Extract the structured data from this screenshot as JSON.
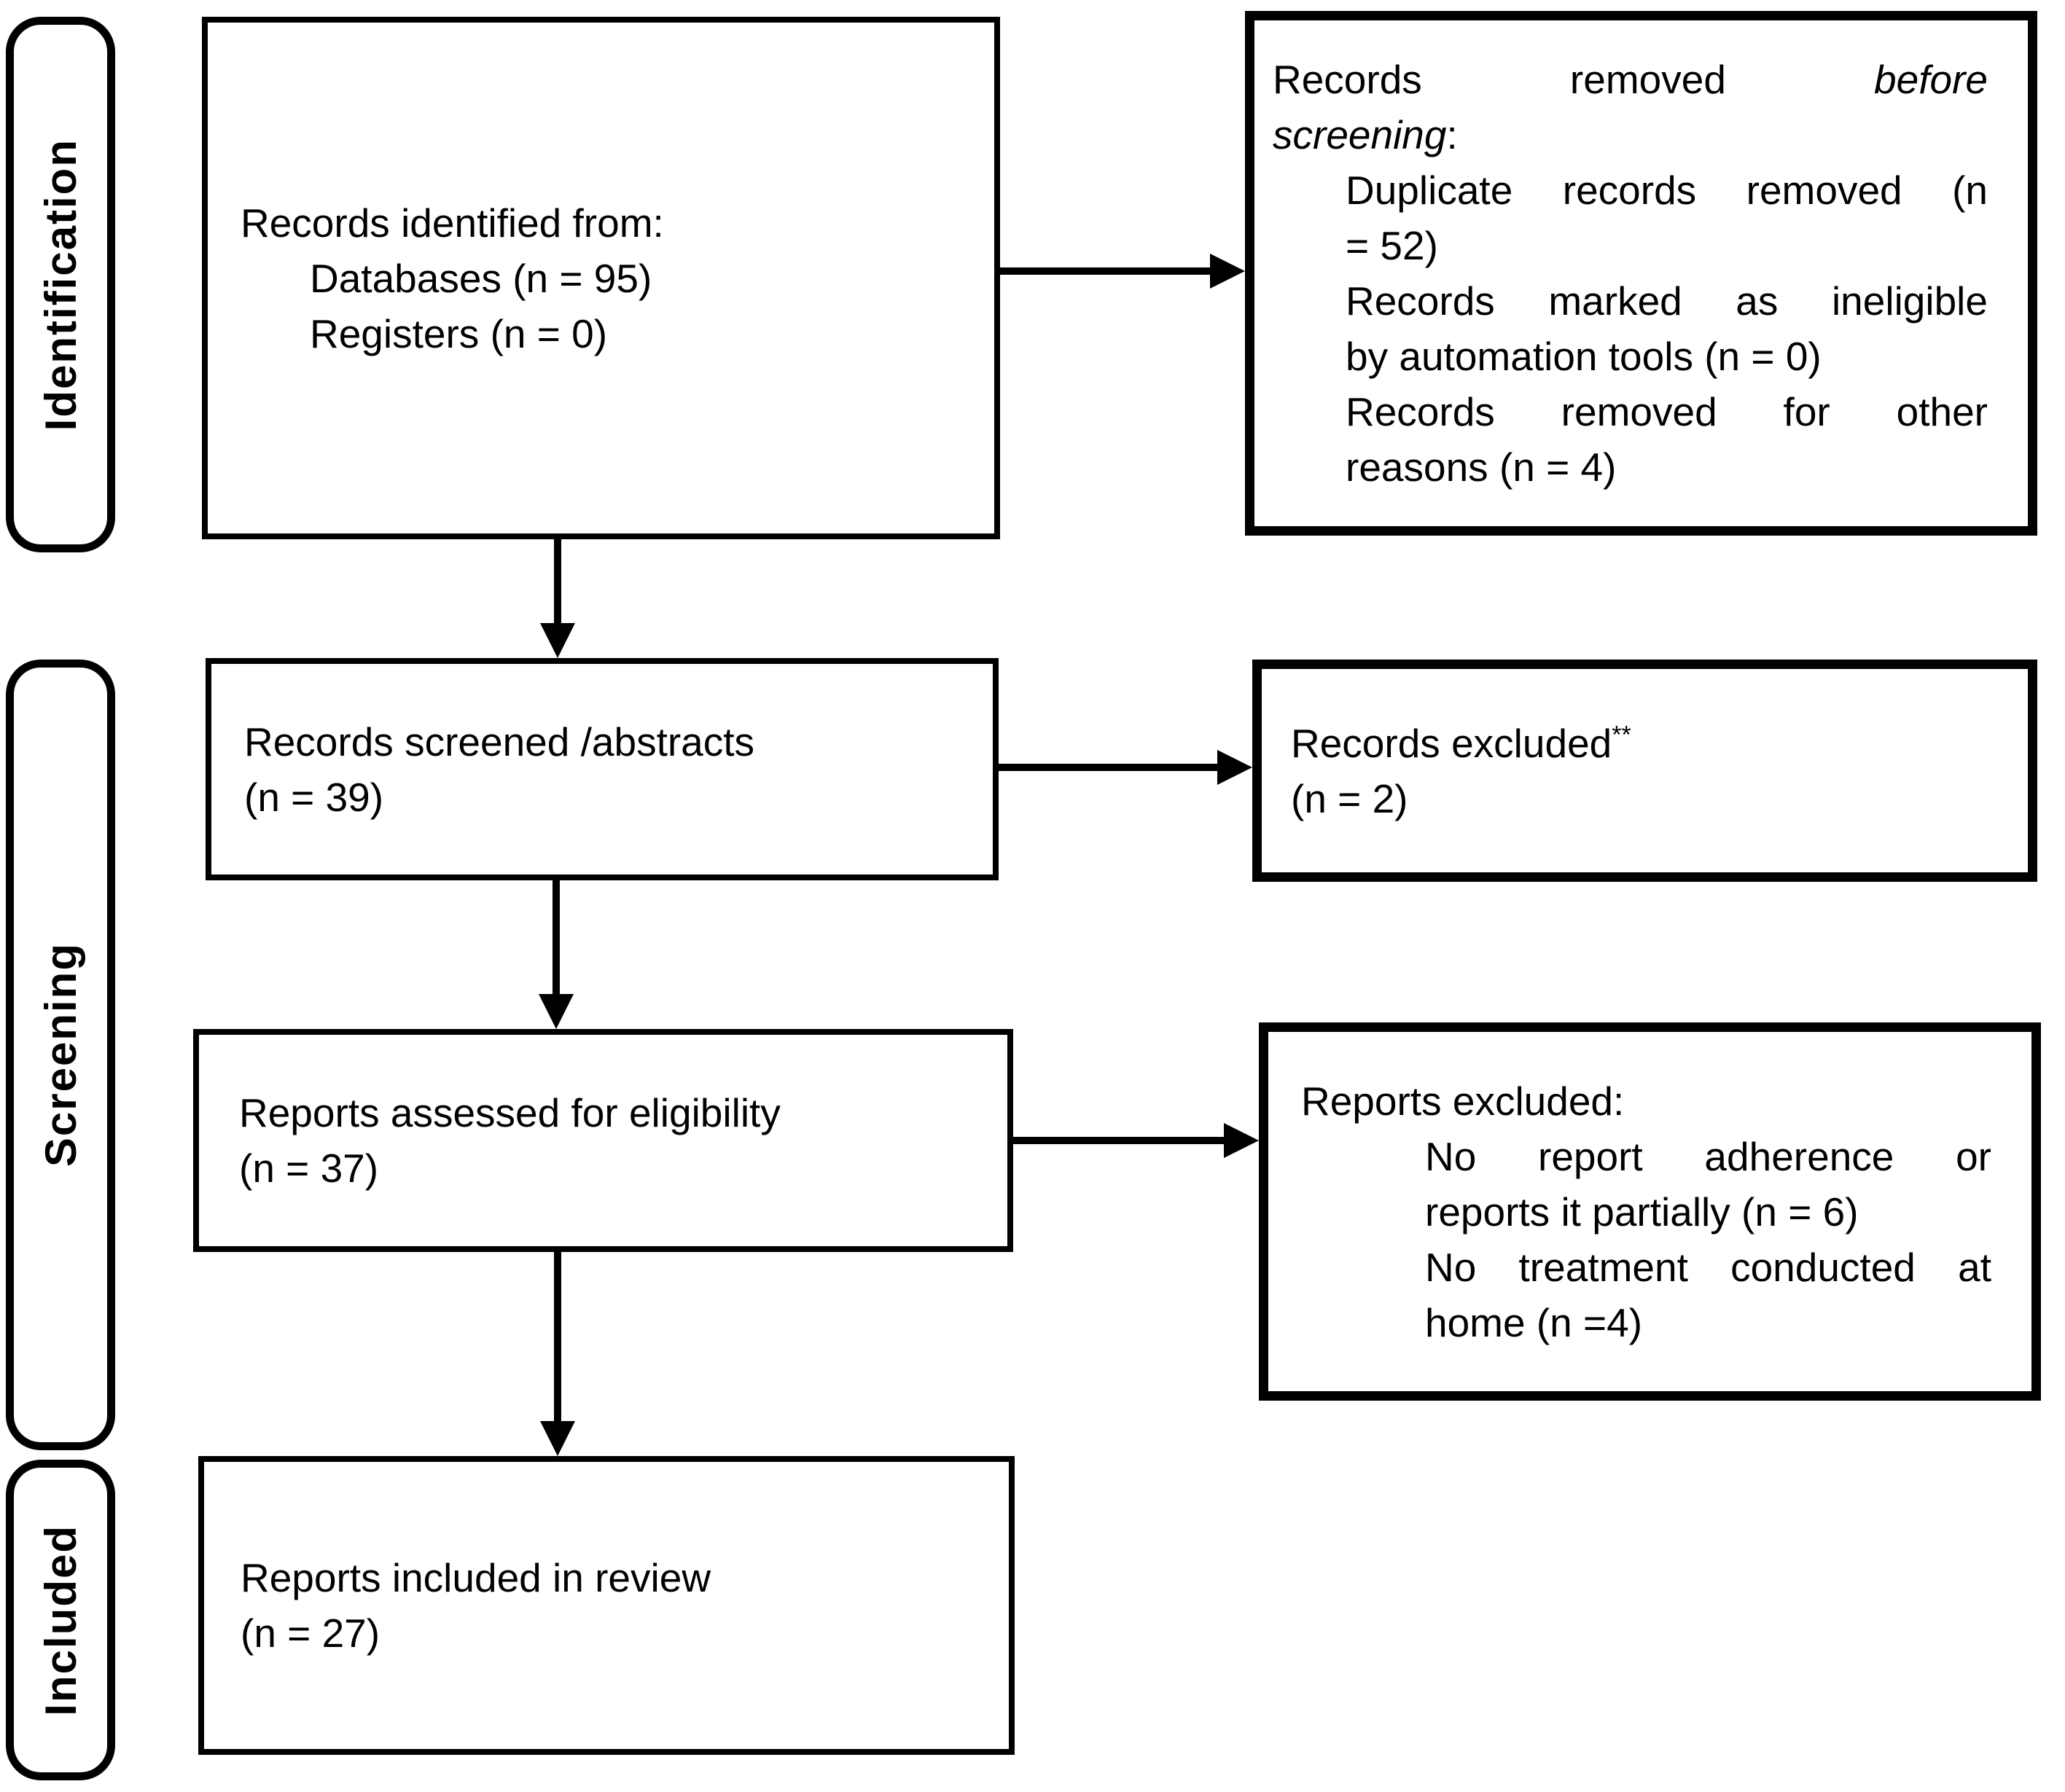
{
  "colors": {
    "background": "#ffffff",
    "line": "#000000",
    "text": "#000000"
  },
  "diagram_type": "PRISMA flow diagram",
  "sidebar": {
    "identification": "Identification",
    "screening": "Screening",
    "included": "Included"
  },
  "boxes": {
    "records_identified": {
      "lines": [
        {
          "seg": [
            {
              "t": "Records identified from:"
            }
          ]
        },
        {
          "seg": [
            {
              "t": "Databases (n = 95)"
            }
          ],
          "indent": 1
        },
        {
          "seg": [
            {
              "t": "Registers (n = 0)"
            }
          ],
          "indent": 1
        }
      ]
    },
    "records_removed": {
      "lines": [
        {
          "seg": [
            {
              "t": "Records removed "
            },
            {
              "t": "before",
              "i": true
            }
          ],
          "j": true
        },
        {
          "seg": [
            {
              "t": "screening",
              "i": true
            },
            {
              "t": ":"
            }
          ]
        },
        {
          "seg": [
            {
              "t": "Duplicate records removed (n"
            }
          ],
          "indent": 1,
          "j": true
        },
        {
          "seg": [
            {
              "t": "= 52)"
            }
          ],
          "indent": 1
        },
        {
          "seg": [
            {
              "t": "Records marked as ineligible"
            }
          ],
          "indent": 1,
          "j": true
        },
        {
          "seg": [
            {
              "t": "by automation tools (n = 0)"
            }
          ],
          "indent": 1
        },
        {
          "seg": [
            {
              "t": "Records removed for other"
            }
          ],
          "indent": 1,
          "j": true
        },
        {
          "seg": [
            {
              "t": "reasons (n = 4)"
            }
          ],
          "indent": 1
        }
      ]
    },
    "records_screened": {
      "lines": [
        {
          "seg": [
            {
              "t": "Records screened /abstracts"
            }
          ]
        },
        {
          "seg": [
            {
              "t": "(n = 39)"
            }
          ]
        }
      ]
    },
    "records_excluded": {
      "lines": [
        {
          "seg": [
            {
              "t": "Records excluded"
            },
            {
              "t": "**",
              "sup": true
            }
          ]
        },
        {
          "seg": [
            {
              "t": "(n = 2)"
            }
          ]
        }
      ]
    },
    "reports_assessed": {
      "lines": [
        {
          "seg": [
            {
              "t": "Reports assessed for eligibility"
            }
          ]
        },
        {
          "seg": [
            {
              "t": "(n = 37)"
            }
          ]
        }
      ]
    },
    "reports_excluded": {
      "lines": [
        {
          "seg": [
            {
              "t": "Reports excluded:"
            }
          ]
        },
        {
          "seg": [
            {
              "t": "No report adherence or"
            }
          ],
          "indent": 1,
          "j": true
        },
        {
          "seg": [
            {
              "t": "reports it partially (n = 6)"
            }
          ],
          "indent": 1
        },
        {
          "seg": [
            {
              "t": "No treatment conducted at"
            }
          ],
          "indent": 1,
          "j": true
        },
        {
          "seg": [
            {
              "t": "home (n =4)"
            }
          ],
          "indent": 1
        }
      ]
    },
    "reports_included": {
      "lines": [
        {
          "seg": [
            {
              "t": "Reports included in review"
            }
          ]
        },
        {
          "seg": [
            {
              "t": "(n = 27)"
            }
          ]
        }
      ]
    }
  }
}
